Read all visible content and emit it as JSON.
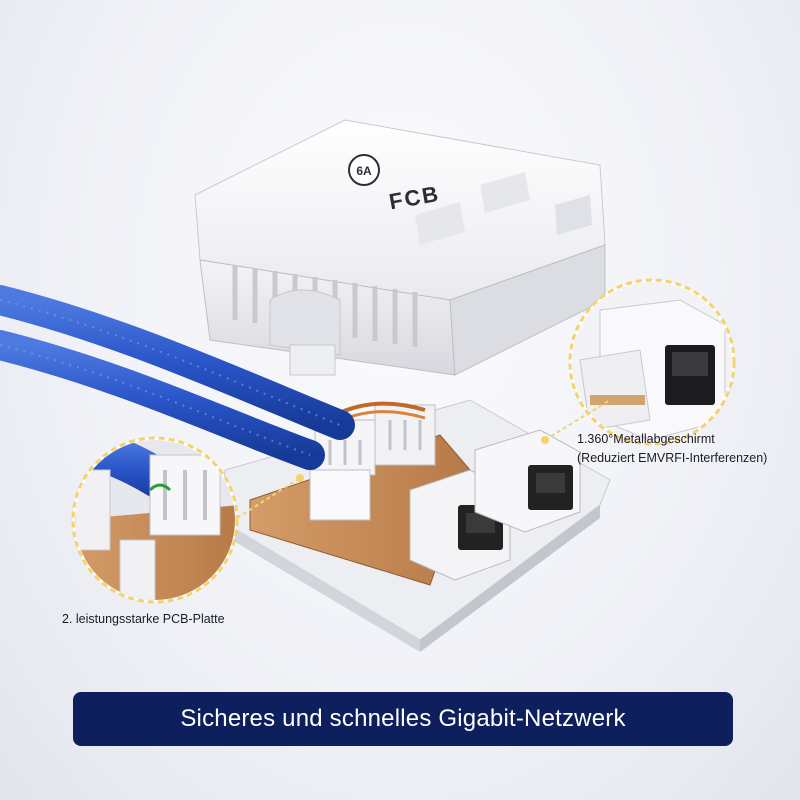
{
  "product": {
    "brand_logo": "FCB",
    "category_badge": "6A"
  },
  "callouts": {
    "shielding_line1": "1.360°Metallabgeschirmt",
    "shielding_line2": "(Reduziert EMVRFI-Interferenzen)",
    "pcb": "2. leistungsstarke PCB-Platte"
  },
  "banner": {
    "text": "Sicheres und schnelles Gigabit-Netzwerk"
  },
  "colors": {
    "banner_bg": "#0d1f5c",
    "cable_blue": "#2a55c8",
    "callout_ring": "#f3d36b",
    "pcb_copper": "#c58e5a"
  }
}
